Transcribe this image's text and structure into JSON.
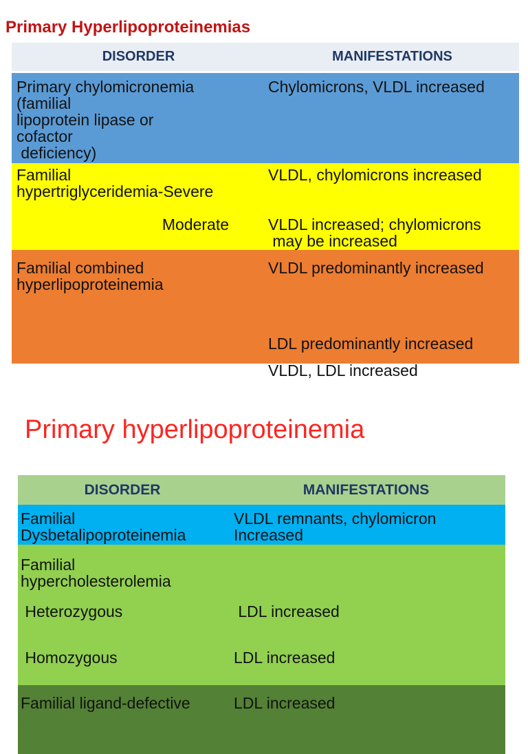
{
  "colors": {
    "title1_red": "#c11414",
    "title2_red": "#fa2621",
    "header1_bg": "#e9edf4",
    "header2_bg": "#a9d18e",
    "header_text_navy": "#1f3864",
    "row_blue": "#5b9bd5",
    "row_yellow": "#ffff00",
    "row_orange": "#ed7d31",
    "row_cyan": "#00b0f0",
    "row_green": "#92d050",
    "row_dark_green": "#538135"
  },
  "slide1": {
    "title": "Primary Hyperlipoproteinemias",
    "header": {
      "disorder": "DISORDER",
      "manifestations": "MANIFESTATIONS"
    },
    "rows": {
      "chylomicronemia": {
        "disorder": "Primary chylomicronemia\n(familial\nlipoprotein lipase or\ncofactor\n deficiency)",
        "manifestations": "Chylomicrons, VLDL increased"
      },
      "hypertriglyceridemia": {
        "disorder": "Familial\nhypertriglyceridemia-Severe",
        "manifestations_severe": "VLDL, chylomicrons increased",
        "subtype_moderate": "Moderate",
        "manifestations_moderate": "VLDL increased; chylomicrons\n may be increased"
      },
      "combined": {
        "disorder": "Familial combined\nhyperlipoproteinemia",
        "manifestations_1": "VLDL predominantly increased",
        "manifestations_2": "LDL predominantly increased",
        "manifestations_3": "VLDL, LDL increased"
      }
    }
  },
  "slide2": {
    "title": "Primary hyperlipoproteinemia",
    "header": {
      "disorder": "DISORDER",
      "manifestations": "MANIFESTATIONS"
    },
    "rows": {
      "dysbetalipoproteinemia": {
        "disorder": "Familial\nDysbetalipoproteinemia",
        "manifestations": "VLDL remnants, chylomicron\nIncreased"
      },
      "hypercholesterolemia": {
        "disorder": "Familial\nhypercholesterolemia",
        "heterozygous_label": " Heterozygous",
        "heterozygous_manifestations": " LDL increased",
        "homozygous_label": " Homozygous",
        "homozygous_manifestations": "LDL increased"
      },
      "ligand_defective": {
        "disorder": "Familial ligand-defective",
        "manifestations": "LDL increased"
      }
    }
  }
}
